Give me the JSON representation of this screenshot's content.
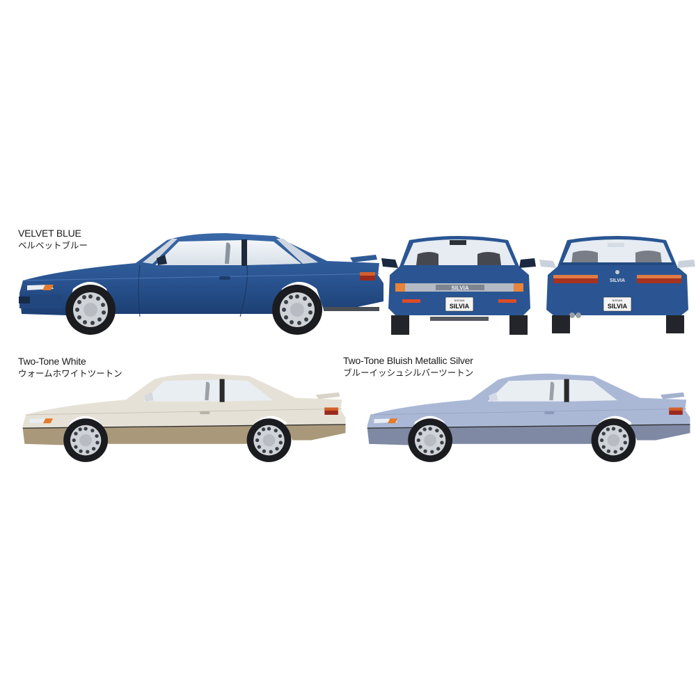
{
  "page": {
    "background": "#ffffff",
    "subject": "SILVIA"
  },
  "variants": [
    {
      "name_en": "VELVET BLUE",
      "name_jp": "ベルベットブルー",
      "views": [
        "side",
        "front",
        "rear"
      ],
      "body_color": "#2a5592",
      "body_shade": "#1c3f73",
      "lower_color": "#2a5592"
    },
    {
      "name_en": "Two-Tone White",
      "name_jp": "ウォームホワイトツートン",
      "views": [
        "side"
      ],
      "body_color": "#e6e1d6",
      "body_shade": "#c9c2b2",
      "lower_color": "#a9997a"
    },
    {
      "name_en": "Two-Tone Bluish Metallic Silver",
      "name_jp": "ブルーイッシュシルバーツートン",
      "views": [
        "side"
      ],
      "body_color": "#aab8d6",
      "body_shade": "#8e9dbe",
      "lower_color": "#7f89a3"
    }
  ],
  "plates": {
    "front_top": "NISSAN",
    "front_main": "SILVIA",
    "rear_top": "NISSAN",
    "rear_main": "SILVIA"
  },
  "badges": {
    "grille": "SILVIA",
    "trunk": "SILVIA"
  }
}
